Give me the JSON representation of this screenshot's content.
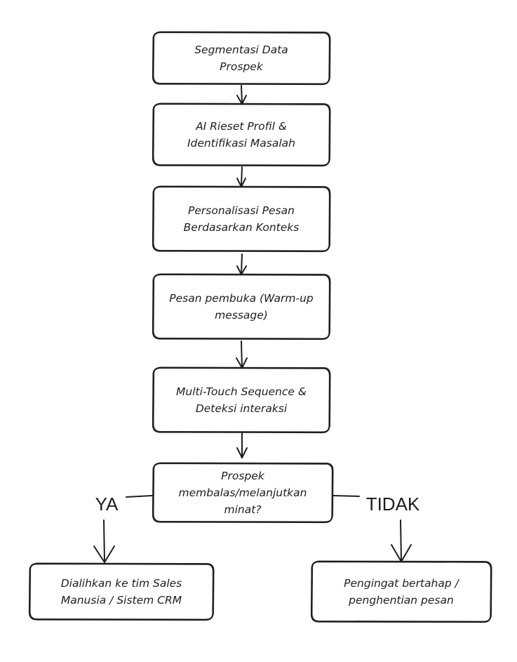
{
  "nodes": {
    "n1": [
      "Segmentasi Data",
      "Prospek"
    ],
    "n2": [
      "AI Rieset Profil &",
      "Identifikasi Masalah"
    ],
    "n3": [
      "Personalisasi Pesan",
      "Berdasarkan Konteks"
    ],
    "n4": [
      "Pesan pembuka (Warm-up",
      "message)"
    ],
    "n5": [
      "Multi-Touch Sequence &",
      "Deteksi interaksi"
    ],
    "decision": [
      "Prospek",
      "membalas/melanjutkan",
      "minat?"
    ],
    "yes_target": [
      "Dialihkan ke tim Sales",
      "Manusia / Sistem CRM"
    ],
    "no_target": [
      "Pengingat bertahap /",
      "penghentian pesan"
    ]
  },
  "branches": {
    "yes": "YA",
    "no": "TIDAK"
  },
  "colors": {
    "stroke": "#1e1e1e",
    "background": "#ffffff"
  }
}
